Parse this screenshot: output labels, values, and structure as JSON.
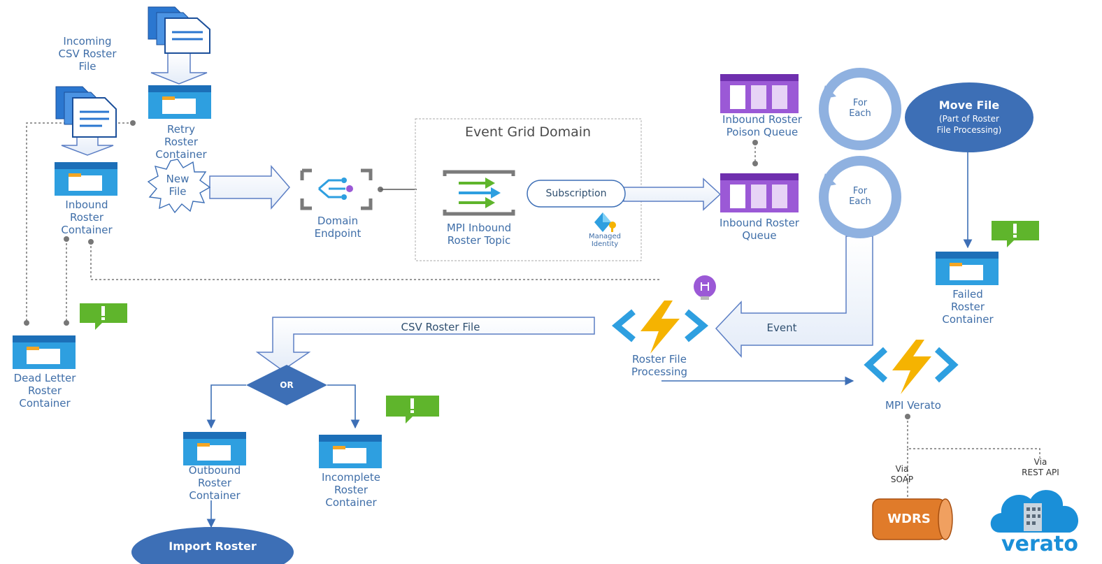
{
  "colors": {
    "label": "#3f6ea8",
    "container_blue": "#1e88d6",
    "arrow_outline": "#5b7ec4",
    "queue_purple": "#9b59d6",
    "function_yellow": "#f5b301",
    "function_blue": "#2e9fe0",
    "alert_green": "#5fb52c",
    "decision_blue": "#3d6fb6",
    "wdrs_orange": "#e07b2a",
    "cloud_blue": "#1a8fd8"
  },
  "labels": {
    "incoming_csv": [
      "Incoming",
      "CSV Roster",
      "File"
    ],
    "retry_container": [
      "Retry",
      "Roster",
      "Container"
    ],
    "inbound_container": [
      "Inbound",
      "Roster",
      "Container"
    ],
    "new_file": [
      "New",
      "File"
    ],
    "dead_letter": [
      "Dead Letter",
      "Roster",
      "Container"
    ],
    "domain_endpoint": [
      "Domain",
      "Endpoint"
    ],
    "event_grid_domain": "Event Grid Domain",
    "mpi_topic": [
      "MPI Inbound",
      "Roster Topic"
    ],
    "subscription": "Subscription",
    "managed_identity": [
      "Managed",
      "Identity"
    ],
    "poison_queue": [
      "Inbound Roster",
      "Poison Queue"
    ],
    "inbound_queue": [
      "Inbound Roster",
      "Queue"
    ],
    "for_each_1": [
      "For",
      "Each"
    ],
    "for_each_2": [
      "For",
      "Each"
    ],
    "move_file": "Move File",
    "move_file_sub": [
      "(Part of Roster",
      "File Processing)"
    ],
    "failed_container": [
      "Failed",
      "Roster",
      "Container"
    ],
    "event": "Event",
    "roster_processing": [
      "Roster File",
      "Processing"
    ],
    "csv_roster_file": "CSV Roster File",
    "or": "OR",
    "outbound_container": [
      "Outbound",
      "Roster",
      "Container"
    ],
    "incomplete_container": [
      "Incomplete",
      "Roster",
      "Container"
    ],
    "import_roster": "Import Roster",
    "mpi_verato": "MPI Verato",
    "via_soap": [
      "Via",
      "SOAP"
    ],
    "via_rest": [
      "Via",
      "REST API"
    ],
    "wdrs": "WDRS",
    "verato": "verato"
  }
}
